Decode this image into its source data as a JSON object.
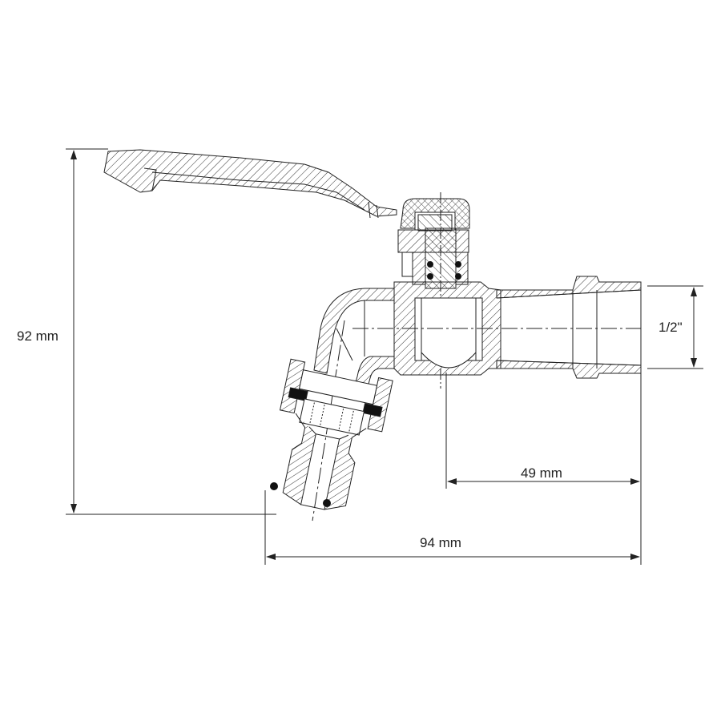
{
  "drawing": {
    "title": "Ball valve tap with hose connector – cross section",
    "dimensions": {
      "height": "92 mm",
      "thread": "1/2\"",
      "outlet_length": "49 mm",
      "total_length": "94 mm"
    },
    "colors": {
      "line": "#222222",
      "hatch": "#333333",
      "background": "#ffffff"
    }
  }
}
